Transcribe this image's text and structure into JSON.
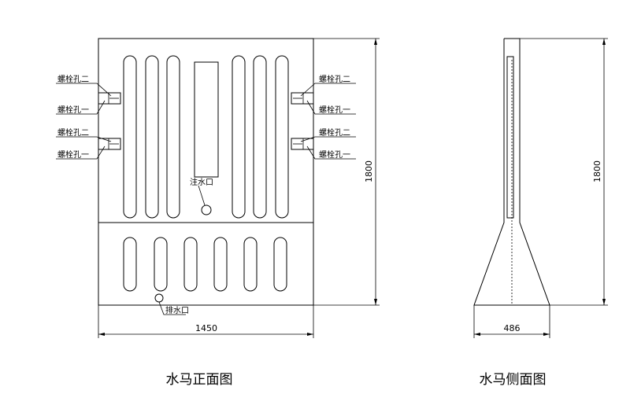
{
  "front_view": {
    "caption": "水马正面图",
    "width_dim": "1450",
    "height_dim": "1800",
    "fill_port": "注水口",
    "drain_port": "排水口",
    "bolt_hole_2": "螺栓孔二",
    "bolt_hole_1": "螺栓孔一"
  },
  "side_view": {
    "caption": "水马侧面图",
    "width_dim": "486",
    "height_dim": "1800"
  }
}
